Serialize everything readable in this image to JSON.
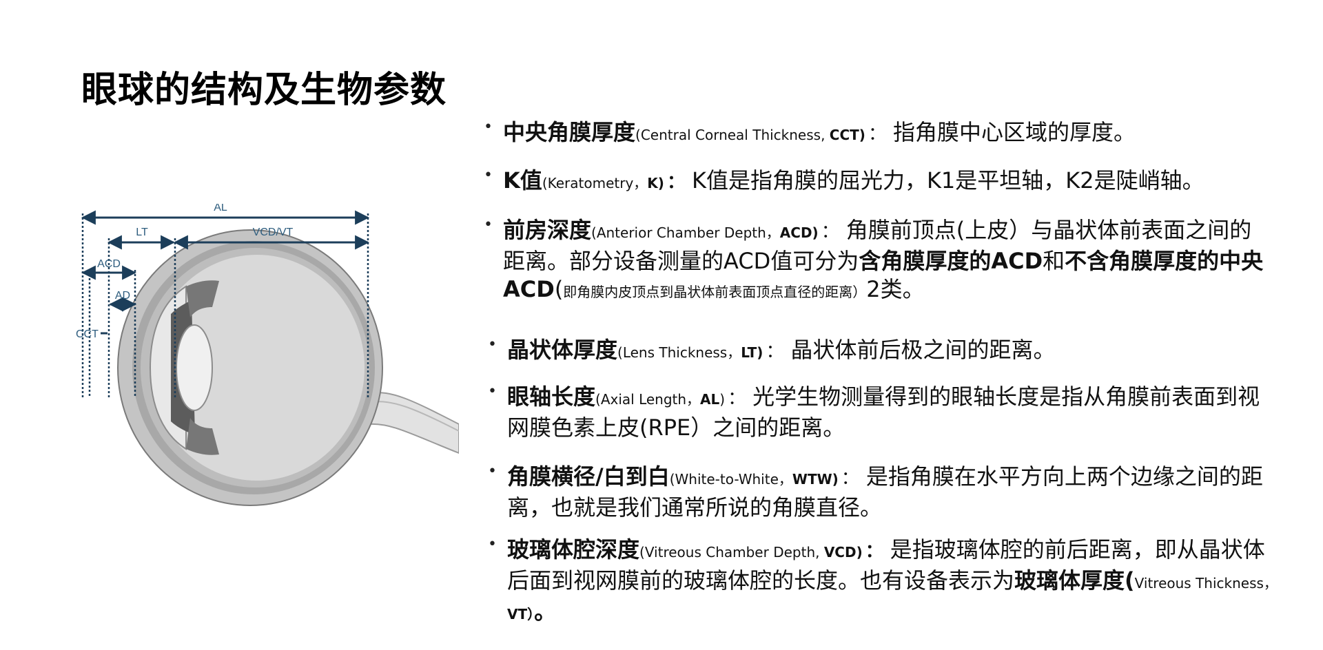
{
  "page": {
    "title": "眼球的结构及生物参数"
  },
  "figure": {
    "labels": {
      "al": "AL",
      "lt": "LT",
      "vcd_vt": "VCD/VT",
      "acd": "ACD",
      "ad": "AD",
      "cct": "CCT"
    },
    "colors": {
      "dimension_line": "#1c3e5a",
      "label_text": "#2e5d7e",
      "sclera": "#c4c4c4",
      "vitreous": "#d9d9d9"
    }
  },
  "params": [
    {
      "term": "中央角膜厚度",
      "abbr_open": "(Central Corneal Thickness, ",
      "abbr_bold": "CCT)",
      "colon": "：",
      "desc": "指角膜中心区域的厚度。"
    },
    {
      "term": "K值",
      "abbr_open": "(Keratometry，",
      "abbr_bold": "K)",
      "colon": "：",
      "desc": "K值是指角膜的屈光力，K1是平坦轴，K2是陡峭轴。"
    },
    {
      "term": "前房深度",
      "abbr_open": "(Anterior Chamber Depth，",
      "abbr_bold": "ACD)",
      "colon": "：",
      "desc_1": "角膜前顶点(上皮）与晶状体前表面之间的距离。部分设备测量的ACD值可分为",
      "bold_1": "含角膜厚度的ACD",
      "desc_2": "和",
      "bold_2": "不含角膜厚度的中央ACD",
      "desc_3": "(",
      "note": "即角膜内皮顶点到晶状体前表面顶点直径的距离）",
      "desc_4": "2类。"
    },
    {
      "term": "晶状体厚度",
      "abbr_open": "(Lens Thickness，",
      "abbr_bold": "LT)",
      "colon": "：",
      "desc": "晶状体前后极之间的距离。"
    },
    {
      "term": "眼轴长度",
      "abbr_open": "(Axial Length，",
      "abbr_bold": "AL",
      "abbr_close": ")",
      "colon": "：",
      "desc": "光学生物测量得到的眼轴长度是指从角膜前表面到视网膜色素上皮(RPE）之间的距离。"
    },
    {
      "term": "角膜横径/白到白",
      "abbr_open": "(White-to-White，",
      "abbr_bold": "WTW)",
      "colon": "：",
      "desc": "是指角膜在水平方向上两个边缘之间的距离，也就是我们通常所说的角膜直径。"
    },
    {
      "term": "玻璃体腔深度",
      "abbr_open": "(Vitreous Chamber Depth, ",
      "abbr_bold": "VCD)",
      "colon": "：",
      "desc": "是指玻璃体腔的前后距离，即从晶状体后面到视网膜前的玻璃体腔的长度。也有设备表示为",
      "bold_1": "玻璃体厚度(",
      "tail_open": "Vitreous Thickness，",
      "tail_bold": "VT）",
      "tail_end": "。"
    }
  ]
}
